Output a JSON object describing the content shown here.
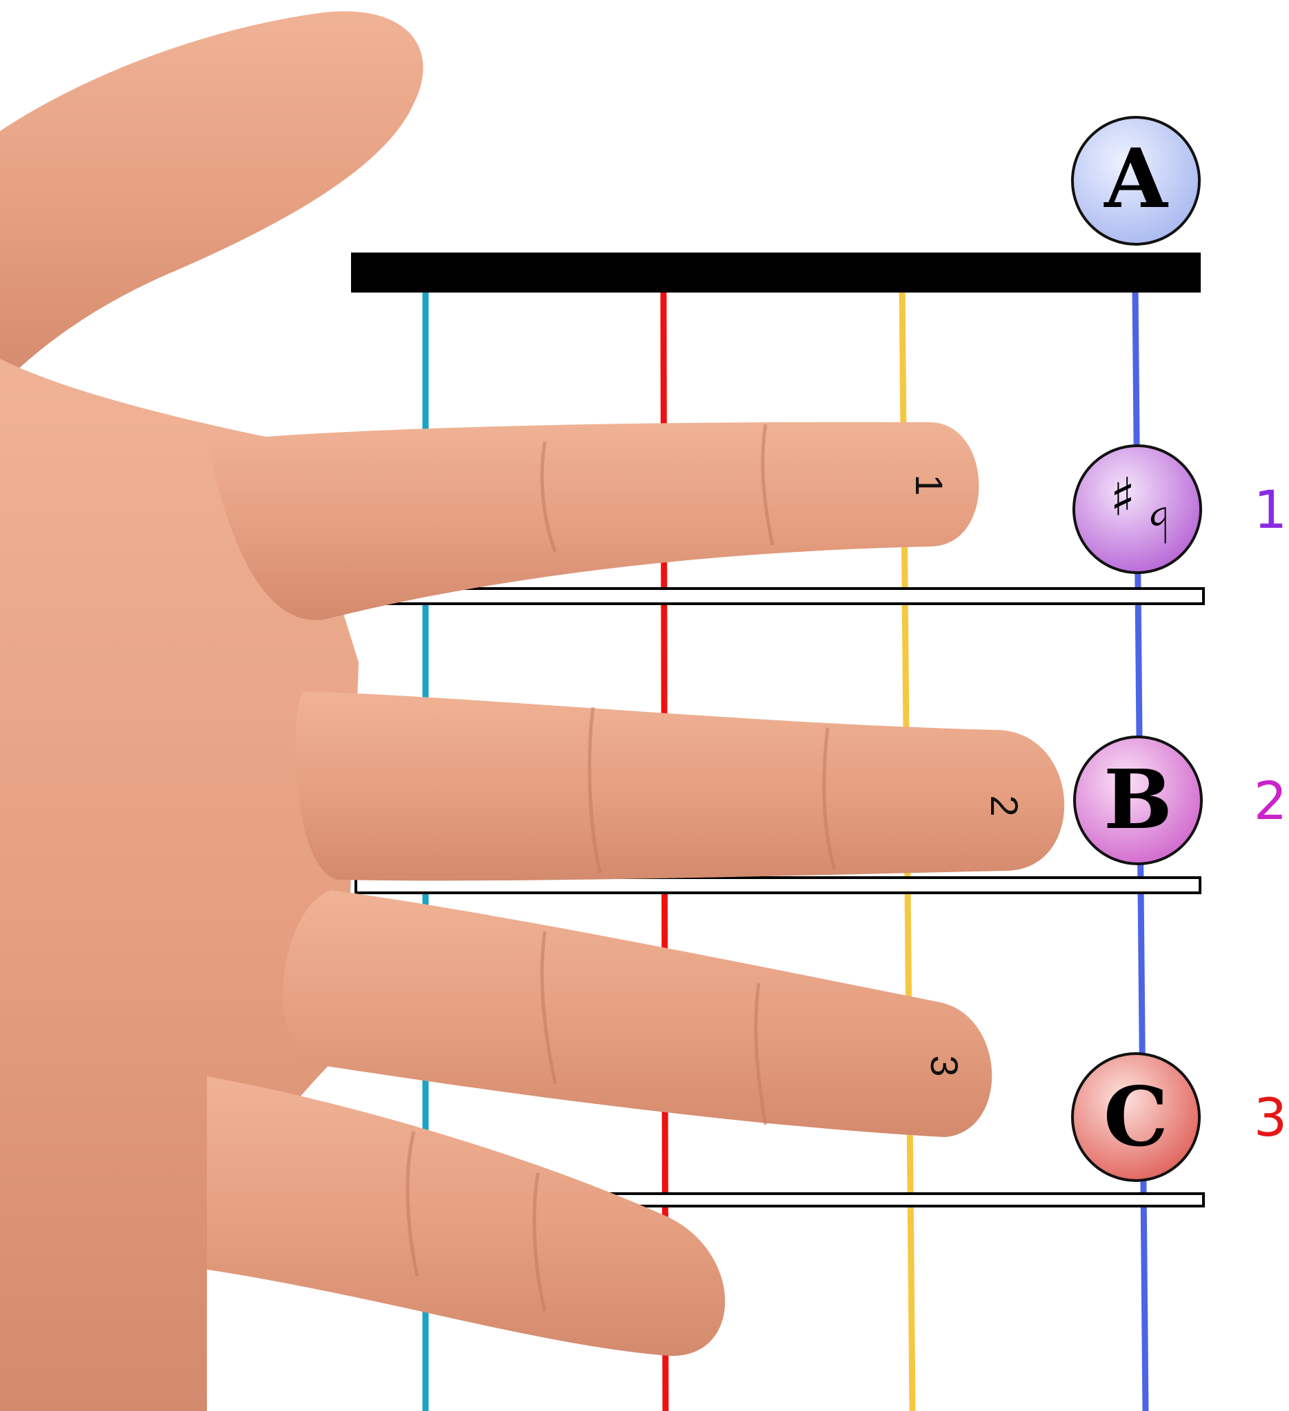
{
  "colors": {
    "string_1": "#1ba3c4",
    "string_2": "#ee1111",
    "string_3": "#f5c842",
    "string_4": "#4d64e6",
    "nut": "#000000",
    "skin": "#e8a184",
    "skin_shadow": "#c97f66",
    "finger_num_1": "#8a2be2",
    "finger_num_2": "#cc22cc",
    "finger_num_3": "#e51616"
  },
  "notes": {
    "open": {
      "label": "A",
      "fill_light": "#eef2ff",
      "fill_dark": "#a8b8f0"
    },
    "first": {
      "sharp": "♯",
      "flat": "♭",
      "fill_light": "#f4e4fb",
      "fill_dark": "#b765d6"
    },
    "second": {
      "label": "B",
      "fill_light": "#fbe1f6",
      "fill_dark": "#d067cc"
    },
    "third": {
      "label": "C",
      "fill_light": "#fde2dd",
      "fill_dark": "#e0615a"
    }
  },
  "finger_labels": [
    "1",
    "2",
    "3"
  ],
  "side_numbers": [
    "1",
    "2",
    "3"
  ]
}
